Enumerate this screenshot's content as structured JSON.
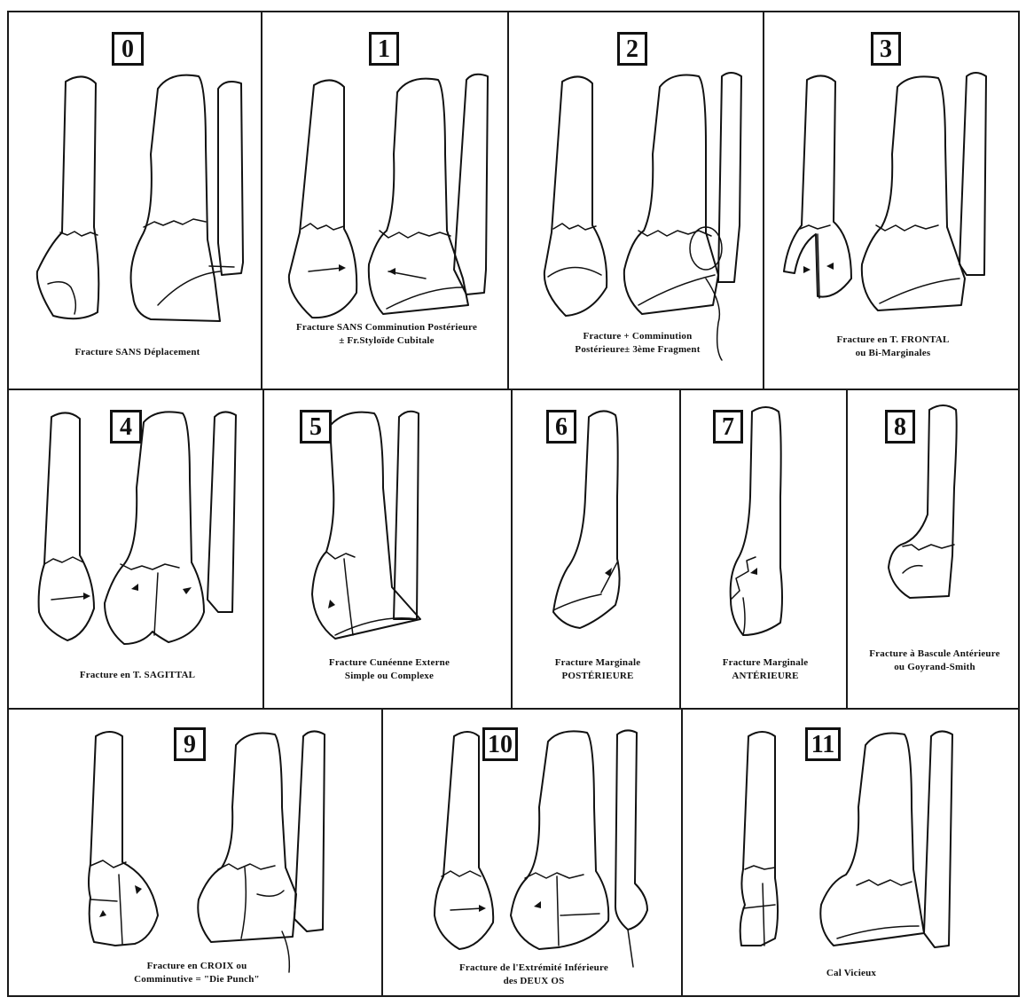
{
  "panels": [
    {
      "number": "0",
      "caption": [
        "Fracture SANS Déplacement"
      ]
    },
    {
      "number": "1",
      "caption": [
        "Fracture SANS Comminution Postérieure",
        "± Fr.Styloïde Cubitale"
      ]
    },
    {
      "number": "2",
      "caption": [
        "Fracture + Comminution",
        "Postérieure± 3ème Fragment"
      ]
    },
    {
      "number": "3",
      "caption": [
        "Fracture en T. FRONTAL",
        "ou Bi-Marginales"
      ]
    },
    {
      "number": "4",
      "caption": [
        "Fracture en T. SAGITTAL"
      ]
    },
    {
      "number": "5",
      "caption": [
        "Fracture Cunéenne Externe",
        "Simple ou Complexe"
      ]
    },
    {
      "number": "6",
      "caption": [
        "Fracture Marginale",
        "POSTÉRIEURE"
      ]
    },
    {
      "number": "7",
      "caption": [
        "Fracture Marginale",
        "ANTÉRIEURE"
      ]
    },
    {
      "number": "8",
      "caption": [
        "Fracture à Bascule Antérieure",
        "ou Goyrand-Smith"
      ]
    },
    {
      "number": "9",
      "caption": [
        "Fracture en CROIX ou",
        "Comminutive = \"Die Punch\""
      ]
    },
    {
      "number": "10",
      "caption": [
        "Fracture de l'Extrémité Inférieure",
        "des DEUX OS"
      ]
    },
    {
      "number": "11",
      "caption": [
        "Cal Vicieux"
      ]
    }
  ]
}
